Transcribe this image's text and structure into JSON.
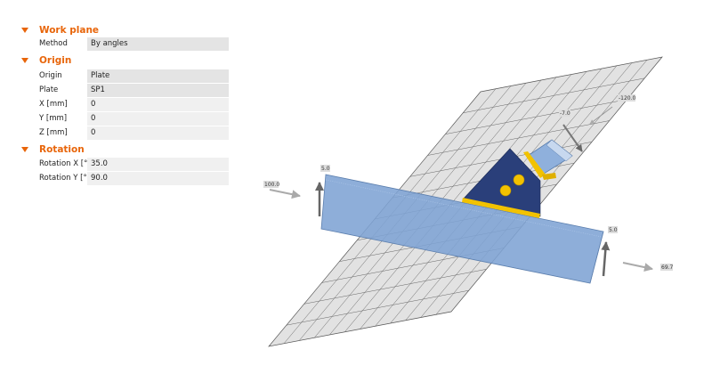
{
  "sections": [
    {
      "title": "Work plane",
      "rows": [
        {
          "label": "Method",
          "value": "By angles"
        }
      ]
    },
    {
      "title": "Origin",
      "rows": [
        {
          "label": "Origin",
          "value": "Plate"
        },
        {
          "label": "Plate",
          "value": "SP1"
        },
        {
          "label": "X [mm]",
          "value": "0"
        },
        {
          "label": "Y [mm]",
          "value": "0"
        },
        {
          "label": "Z [mm]",
          "value": "0"
        }
      ]
    },
    {
      "title": "Rotation",
      "rows": [
        {
          "label": "Rotation X [°]",
          "value": "35.0"
        },
        {
          "label": "Rotation Y [°]",
          "value": "90.0"
        }
      ]
    }
  ],
  "viewport": {
    "dimensions": {
      "beam_left_up": "5.0",
      "beam_left_axis": "100.0",
      "beam_right_up": "5.0",
      "beam_right_axis": "69.7",
      "brace_normal": "-7.0",
      "brace_axis": "-120.0"
    }
  },
  "colors": {
    "accent": "#e8650a",
    "beam": "#7ea3d4",
    "plate": "#2a3f7a",
    "weld": "#f2c200",
    "grid": "#dedede"
  }
}
